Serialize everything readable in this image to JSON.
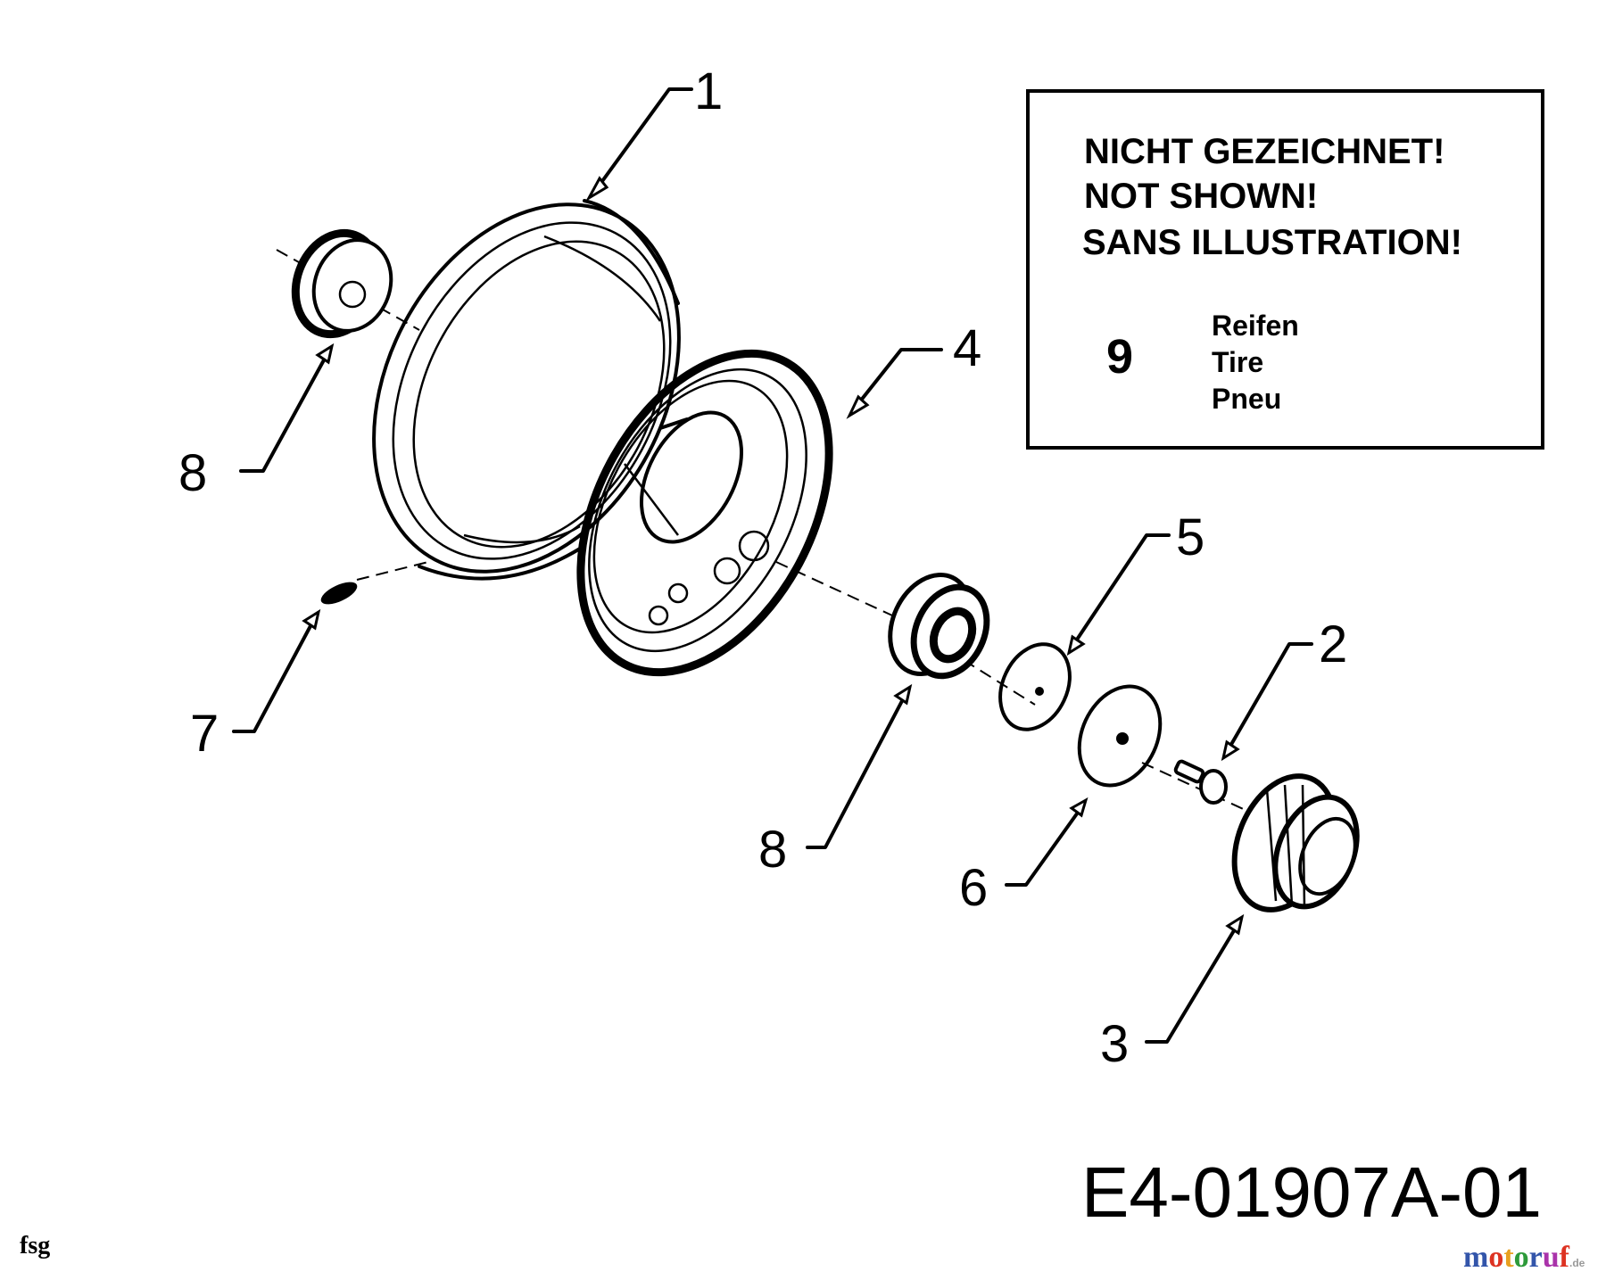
{
  "callouts": {
    "c1": "1",
    "c2": "2",
    "c3": "3",
    "c4": "4",
    "c5": "5",
    "c6": "6",
    "c7": "7",
    "c8a": "8",
    "c8b": "8"
  },
  "note_box": {
    "line1": "NICHT GEZEICHNET!",
    "line2": "NOT SHOWN!",
    "line3": "SANS ILLUSTRATION!",
    "item_number": "9",
    "item_de": "Reifen",
    "item_en": "Tire",
    "item_fr": "Pneu"
  },
  "drawing_number": "E4-01907A-01",
  "footer_code": "fsg",
  "logo": {
    "letters": [
      "m",
      "o",
      "t",
      "o",
      "r",
      "u",
      "f"
    ],
    "colors": [
      "#3355aa",
      "#dd3322",
      "#e8a020",
      "#2d9a3a",
      "#3355aa",
      "#aa33aa",
      "#dd3322"
    ],
    "suffix": ".de"
  }
}
